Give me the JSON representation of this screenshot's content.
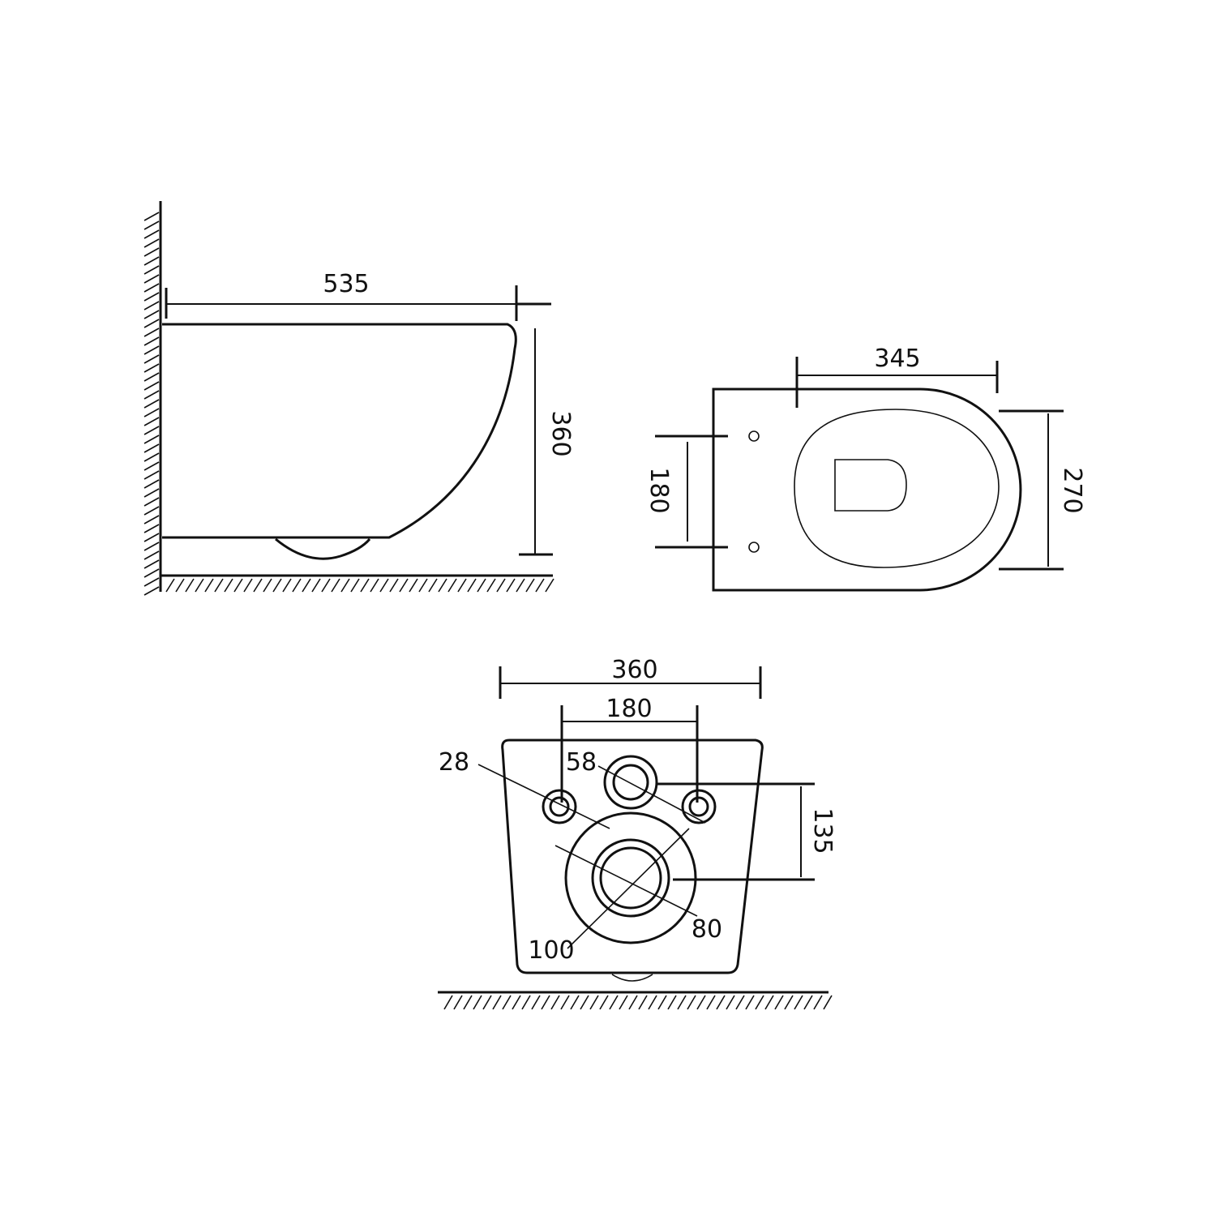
{
  "side_view": {
    "length": "535",
    "height": "360"
  },
  "top_view": {
    "width": "345",
    "hole_spacing": "180",
    "depth": "270"
  },
  "rear_view": {
    "width": "360",
    "bolt_spacing": "180",
    "bolt_hole": "28",
    "inlet": "58",
    "outlet_outer": "100",
    "outlet_inner": "80",
    "inlet_outlet_distance": "135"
  },
  "colors": {
    "line": "#111111",
    "background": "#ffffff"
  }
}
